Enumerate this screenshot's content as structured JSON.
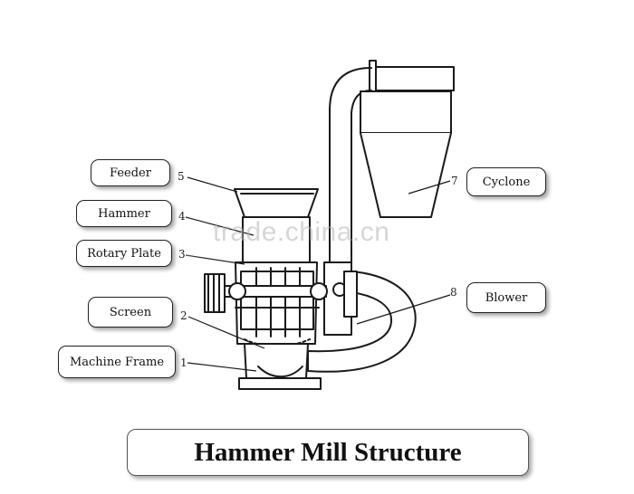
{
  "labels": {
    "feeder": "Feeder",
    "hammer": "Hammer",
    "rotary_plate": "Rotary Plate",
    "screen": "Screen",
    "machine_frame": "Machine Frame",
    "cyclone": "Cyclone",
    "blower": "Blower"
  },
  "numbers": {
    "n1": "1",
    "n2": "2",
    "n3": "3",
    "n4": "4",
    "n5": "5",
    "n7": "7",
    "n8": "8"
  },
  "title": "Hammer Mill Structure",
  "watermark": "trade.china.cn",
  "colors": {
    "line": "#1a1a1a",
    "shadow": "#999999"
  }
}
